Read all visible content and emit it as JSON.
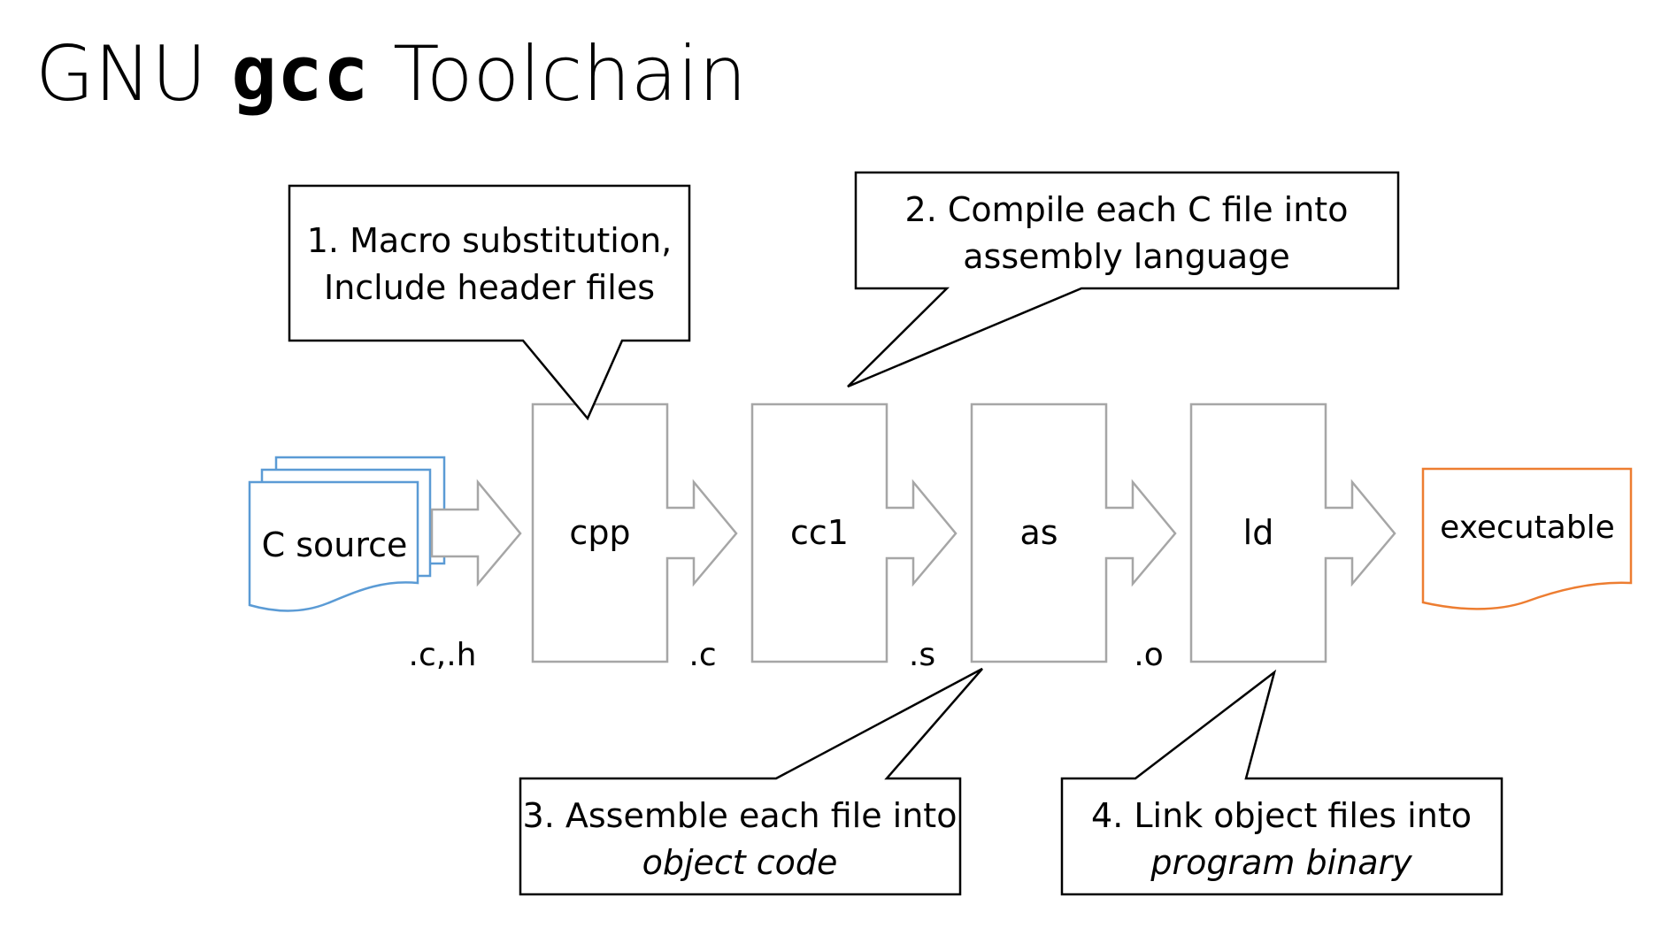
{
  "title": {
    "prefix": "GNU ",
    "bold": "gcc",
    "suffix": " Toolchain"
  },
  "source_doc": {
    "label": "C source",
    "color": "#5b9bd5"
  },
  "output_doc": {
    "label": "executable",
    "color": "#ed7d31"
  },
  "stages": [
    {
      "id": "cpp",
      "label": "cpp"
    },
    {
      "id": "cc1",
      "label": "cc1"
    },
    {
      "id": "as",
      "label": "as"
    },
    {
      "id": "ld",
      "label": "ld"
    }
  ],
  "extensions": [
    ".c,.h",
    ".c",
    ".s",
    ".o"
  ],
  "callouts": [
    {
      "line1": "1. Macro substitution,",
      "line2": "Include header files",
      "line2_italic": false
    },
    {
      "line1": "2. Compile each C file into",
      "line2": "assembly language",
      "line2_italic": false
    },
    {
      "line1": "3. Assemble each file into",
      "line2": "object code",
      "line2_italic": true
    },
    {
      "line1": "4. Link object files into",
      "line2": "program binary",
      "line2_italic": true
    }
  ],
  "colors": {
    "stage_stroke": "#a6a6a6",
    "callout_stroke": "#000000"
  }
}
